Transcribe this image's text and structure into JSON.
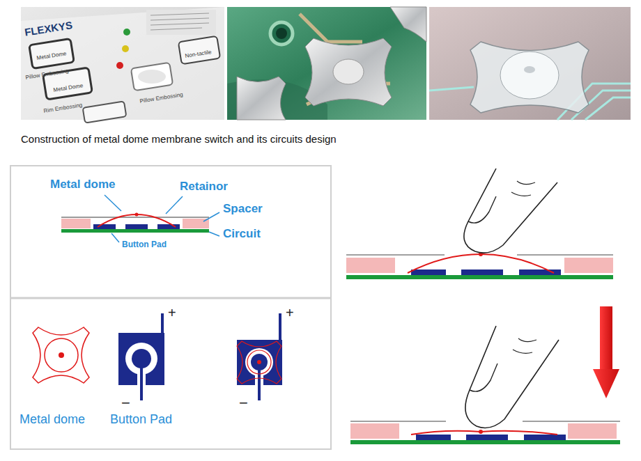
{
  "diagram": {
    "title": "Construction of metal dome membrane switch and its circuits design",
    "labels": [
      "FLEXKYS",
      "Metal Dome",
      "Pillow Embossing",
      "Non-tactile",
      "Metal Dome",
      "Rim Embossing",
      "Pillow Embossing",
      "Metal dome",
      "Retainor",
      "Spacer",
      "Circuit",
      "Button Pad",
      "+",
      "−",
      "+",
      "−",
      "Metal dome",
      "Button Pad"
    ]
  }
}
